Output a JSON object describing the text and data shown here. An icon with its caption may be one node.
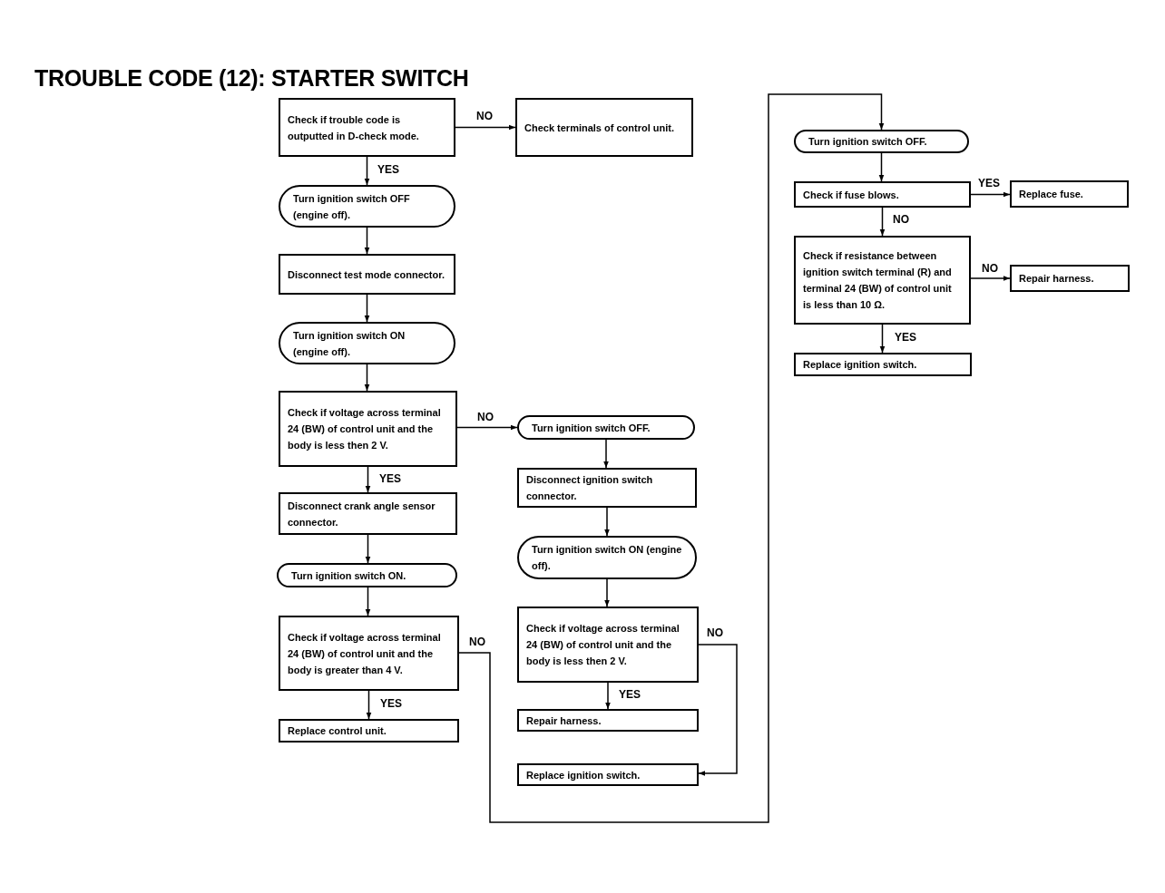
{
  "diagram": {
    "title": "TROUBLE CODE (12): STARTER SWITCH",
    "nodes": [
      {
        "text": [
          "Check if trouble code is outputted in D-check mode."
        ]
      },
      {
        "text": [
          "Check terminals of control unit."
        ]
      },
      {
        "text": [
          "Turn ignition switch OFF (engine off)."
        ]
      },
      {
        "text": [
          "Disconnect test mode connector."
        ]
      },
      {
        "text": [
          "Turn ignition switch ON (engine off)."
        ]
      },
      {
        "text": [
          "Check if voltage across terminal 24 (BW) of control unit and the body is less then 2 V."
        ]
      },
      {
        "text": [
          "Turn ignition switch OFF."
        ]
      },
      {
        "text": [
          "Disconnect ignition switch connector."
        ]
      },
      {
        "text": [
          "Turn ignition switch ON (engine off)."
        ]
      },
      {
        "text": [
          "Check if voltage across terminal 24 (BW) of control unit and the body is less then 2 V."
        ]
      },
      {
        "text": [
          "Repair harness."
        ]
      },
      {
        "text": [
          "Replace ignition switch."
        ]
      },
      {
        "text": [
          "Disconnect crank angle sensor connector."
        ]
      },
      {
        "text": [
          "Turn ignition switch ON."
        ]
      },
      {
        "text": [
          "Check if voltage across terminal 24 (BW) of control unit and the body is greater than 4 V."
        ]
      },
      {
        "text": [
          "Replace control unit."
        ]
      },
      {
        "text": [
          "Turn ignition switch OFF."
        ]
      },
      {
        "text": [
          "Check if fuse blows."
        ]
      },
      {
        "text": [
          "Replace fuse."
        ]
      },
      {
        "text": [
          "Check if resistance between ignition switch terminal (R) and terminal 24 (BW) of control unit is less than 10 Ω."
        ]
      },
      {
        "text": [
          "Repair harness."
        ]
      },
      {
        "text": [
          "Replace ignition switch."
        ]
      }
    ],
    "edges": [
      {
        "from": 0,
        "to": 1,
        "arrow": "to",
        "label": "NO"
      },
      {
        "from": 0,
        "to": 2,
        "arrow": "to",
        "label": "YES"
      },
      {
        "from": 2,
        "to": 3,
        "arrow": "to"
      },
      {
        "from": 3,
        "to": 4,
        "arrow": "to"
      },
      {
        "from": 4,
        "to": 5,
        "arrow": "to"
      },
      {
        "from": 5,
        "to": 6,
        "arrow": "to",
        "label": "NO"
      },
      {
        "from": 5,
        "to": 12,
        "arrow": "to",
        "label": "YES"
      },
      {
        "from": 12,
        "to": 13,
        "arrow": "to"
      },
      {
        "from": 13,
        "to": 14,
        "arrow": "to"
      },
      {
        "from": 14,
        "to": 15,
        "arrow": "to",
        "label": "YES"
      },
      {
        "from": 14,
        "to": 16,
        "arrow": "to",
        "label": "NO"
      },
      {
        "from": 6,
        "to": 7,
        "arrow": "to"
      },
      {
        "from": 7,
        "to": 8,
        "arrow": "to"
      },
      {
        "from": 8,
        "to": 9,
        "arrow": "to"
      },
      {
        "from": 9,
        "to": 10,
        "arrow": "to",
        "label": "YES"
      },
      {
        "from": 9,
        "to": 11,
        "arrow": "to",
        "label": "NO"
      },
      {
        "from": 16,
        "to": 17,
        "arrow": "to"
      },
      {
        "from": 17,
        "to": 18,
        "arrow": "to",
        "label": "YES"
      },
      {
        "from": 17,
        "to": 19,
        "arrow": "to",
        "label": "NO"
      },
      {
        "from": 19,
        "to": 20,
        "arrow": "to",
        "label": "NO"
      },
      {
        "from": 19,
        "to": 21,
        "arrow": "to",
        "label": "YES"
      }
    ]
  }
}
